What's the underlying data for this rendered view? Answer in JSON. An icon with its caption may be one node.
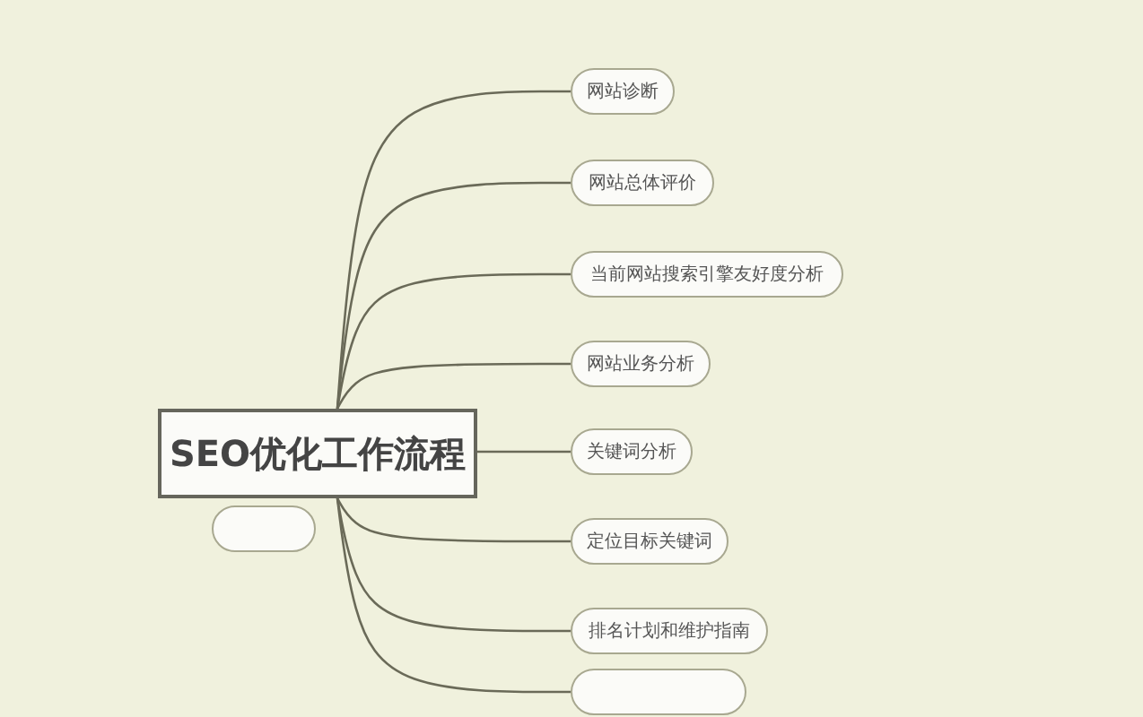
{
  "diagram": {
    "nodes": [
      {
        "text": [
          "SEO优化工作流程"
        ]
      },
      {
        "text": [
          "网站诊断"
        ]
      },
      {
        "text": [
          "网站总体评价"
        ]
      },
      {
        "text": [
          "当前网站搜索引擎友好度分析"
        ]
      },
      {
        "text": [
          "网站业务分析"
        ]
      },
      {
        "text": [
          "关键词分析"
        ]
      },
      {
        "text": [
          "定位目标关键词"
        ]
      },
      {
        "text": [
          "排名计划和维护指南"
        ]
      },
      {
        "text": [],
        "shape": "box"
      },
      {
        "text": [],
        "shape": "box"
      }
    ],
    "edges": [
      {
        "from": 0,
        "to": 1,
        "arrow": "none"
      },
      {
        "from": 0,
        "to": 2,
        "arrow": "none"
      },
      {
        "from": 0,
        "to": 3,
        "arrow": "none"
      },
      {
        "from": 0,
        "to": 4,
        "arrow": "none"
      },
      {
        "from": 0,
        "to": 5,
        "arrow": "none"
      },
      {
        "from": 0,
        "to": 6,
        "arrow": "none"
      },
      {
        "from": 0,
        "to": 7,
        "arrow": "none"
      },
      {
        "from": 0,
        "to": 8,
        "arrow": "none"
      }
    ]
  }
}
